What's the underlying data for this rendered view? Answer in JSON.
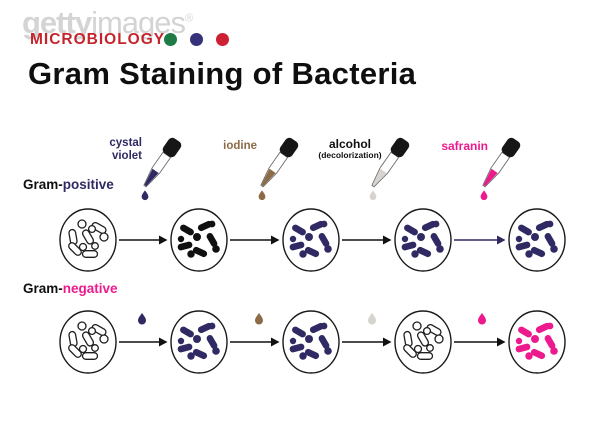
{
  "watermark": {
    "part1": "getty",
    "part2": "images",
    "reg": "®"
  },
  "header": {
    "label": "MICROBIOLOGY",
    "dots": [
      {
        "name": "green-dot",
        "color": "#1e7b46"
      },
      {
        "name": "navy-dot",
        "color": "#35327a"
      },
      {
        "name": "red-dot",
        "color": "#cd2032"
      }
    ]
  },
  "title": "Gram Staining of Bacteria",
  "colors": {
    "navy": "#2f2a63",
    "black": "#101010",
    "brown": "#8d6b47",
    "gray": "#d7d4d0",
    "pink": "#ec1a8d",
    "red": "#c5242c"
  },
  "reagents": [
    {
      "name": "crystal-violet",
      "lines": [
        "cystal",
        "violet"
      ],
      "color": "#2f2a63",
      "label_color": "#2f2a63"
    },
    {
      "name": "iodine",
      "lines": [
        "iodine"
      ],
      "color": "#8d6b47",
      "label_color": "#8d6b47"
    },
    {
      "name": "alcohol",
      "lines": [
        "alcohol",
        "(decolorization)"
      ],
      "color": "#d7d4d0",
      "label_color": "#111111"
    },
    {
      "name": "safranin",
      "lines": [
        "safranin"
      ],
      "color": "#ec1a8d",
      "label_color": "#ec1a8d"
    }
  ],
  "rows": [
    {
      "name": "gram-positive",
      "label_prefix": "Gram-",
      "label_suffix": "positive",
      "suffix_color": "#2f2a63",
      "dishes": [
        "outline",
        "black",
        "navy",
        "navy",
        "navy"
      ],
      "drops": [],
      "arrow_colors": [
        "#111111",
        "#111111",
        "#111111",
        "#2f2a63"
      ]
    },
    {
      "name": "gram-negative",
      "label_prefix": "Gram-",
      "label_suffix": "negative",
      "suffix_color": "#ec1a8d",
      "dishes": [
        "outline",
        "navy",
        "navy",
        "outline",
        "pink"
      ],
      "drops": [
        "navy",
        "brown",
        "gray",
        "pink"
      ],
      "arrow_colors": [
        "#111111",
        "#111111",
        "#111111",
        "#111111"
      ]
    }
  ]
}
